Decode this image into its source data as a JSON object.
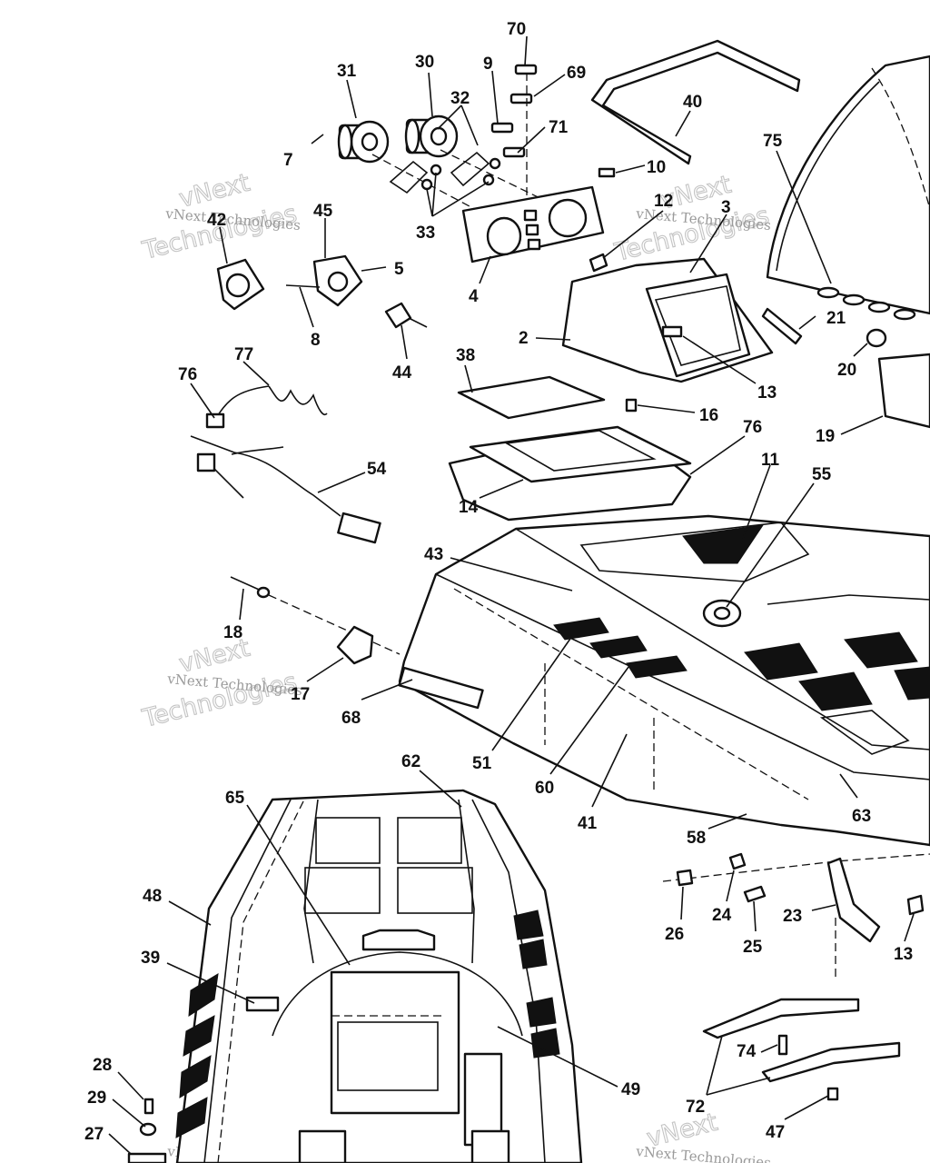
{
  "watermark": {
    "small_text": "vNext Technologies",
    "big_top": "vNext",
    "big_bottom": "Technologies"
  },
  "callouts": [
    {
      "id": "c70",
      "n": "70"
    },
    {
      "id": "c69",
      "n": "69"
    },
    {
      "id": "c9",
      "n": "9"
    },
    {
      "id": "c71",
      "n": "71"
    },
    {
      "id": "c30",
      "n": "30"
    },
    {
      "id": "c31",
      "n": "31"
    },
    {
      "id": "c32",
      "n": "32"
    },
    {
      "id": "c7",
      "n": "7"
    },
    {
      "id": "c33",
      "n": "33"
    },
    {
      "id": "c4",
      "n": "4"
    },
    {
      "id": "c40",
      "n": "40"
    },
    {
      "id": "c75",
      "n": "75"
    },
    {
      "id": "c10",
      "n": "10"
    },
    {
      "id": "c12",
      "n": "12"
    },
    {
      "id": "c3",
      "n": "3"
    },
    {
      "id": "c42",
      "n": "42"
    },
    {
      "id": "c45",
      "n": "45"
    },
    {
      "id": "c5",
      "n": "5"
    },
    {
      "id": "c8",
      "n": "8"
    },
    {
      "id": "c44",
      "n": "44"
    },
    {
      "id": "c2",
      "n": "2"
    },
    {
      "id": "c21",
      "n": "21"
    },
    {
      "id": "c20",
      "n": "20"
    },
    {
      "id": "c13a",
      "n": "13"
    },
    {
      "id": "c38",
      "n": "38"
    },
    {
      "id": "c16",
      "n": "16"
    },
    {
      "id": "c77",
      "n": "77"
    },
    {
      "id": "c76a",
      "n": "76"
    },
    {
      "id": "c76b",
      "n": "76"
    },
    {
      "id": "c19",
      "n": "19"
    },
    {
      "id": "c11",
      "n": "11"
    },
    {
      "id": "c55",
      "n": "55"
    },
    {
      "id": "c54",
      "n": "54"
    },
    {
      "id": "c14",
      "n": "14"
    },
    {
      "id": "c43",
      "n": "43"
    },
    {
      "id": "c18",
      "n": "18"
    },
    {
      "id": "c17",
      "n": "17"
    },
    {
      "id": "c68",
      "n": "68"
    },
    {
      "id": "c51",
      "n": "51"
    },
    {
      "id": "c60",
      "n": "60"
    },
    {
      "id": "c41",
      "n": "41"
    },
    {
      "id": "c62",
      "n": "62"
    },
    {
      "id": "c65",
      "n": "65"
    },
    {
      "id": "c58",
      "n": "58"
    },
    {
      "id": "c63",
      "n": "63"
    },
    {
      "id": "c48",
      "n": "48"
    },
    {
      "id": "c26",
      "n": "26"
    },
    {
      "id": "c24",
      "n": "24"
    },
    {
      "id": "c25",
      "n": "25"
    },
    {
      "id": "c23",
      "n": "23"
    },
    {
      "id": "c13b",
      "n": "13"
    },
    {
      "id": "c39",
      "n": "39"
    },
    {
      "id": "c74",
      "n": "74"
    },
    {
      "id": "c28",
      "n": "28"
    },
    {
      "id": "c49",
      "n": "49"
    },
    {
      "id": "c29",
      "n": "29"
    },
    {
      "id": "c72",
      "n": "72"
    },
    {
      "id": "c27",
      "n": "27"
    },
    {
      "id": "c47",
      "n": "47"
    }
  ]
}
